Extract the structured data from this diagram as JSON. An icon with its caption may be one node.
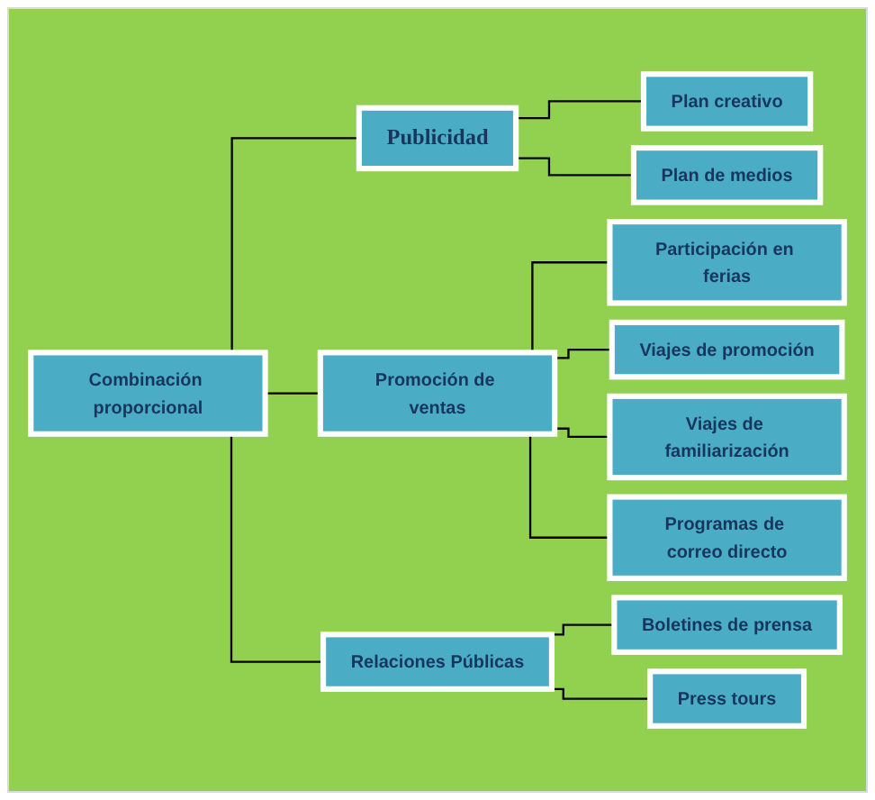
{
  "diagram": {
    "nodes": [
      {
        "text": [
          "Combinación proporcional"
        ]
      },
      {
        "text": [
          "Publicidad"
        ]
      },
      {
        "text": [
          "Plan creativo"
        ]
      },
      {
        "text": [
          "Plan de medios"
        ]
      },
      {
        "text": [
          "Promoción de ventas"
        ]
      },
      {
        "text": [
          "Participación en ferias"
        ]
      },
      {
        "text": [
          "Viajes de promoción"
        ]
      },
      {
        "text": [
          "Viajes de familiarización"
        ]
      },
      {
        "text": [
          "Programas de correo directo"
        ]
      },
      {
        "text": [
          "Relaciones Públicas"
        ]
      },
      {
        "text": [
          "Boletines de prensa"
        ]
      },
      {
        "text": [
          "Press tours"
        ]
      }
    ],
    "edges": [
      {
        "from": 0,
        "to": 1,
        "arrow": "none"
      },
      {
        "from": 0,
        "to": 4,
        "arrow": "none"
      },
      {
        "from": 0,
        "to": 9,
        "arrow": "none"
      },
      {
        "from": 1,
        "to": 2,
        "arrow": "none"
      },
      {
        "from": 1,
        "to": 3,
        "arrow": "none"
      },
      {
        "from": 4,
        "to": 5,
        "arrow": "none"
      },
      {
        "from": 4,
        "to": 6,
        "arrow": "none"
      },
      {
        "from": 4,
        "to": 7,
        "arrow": "none"
      },
      {
        "from": 4,
        "to": 8,
        "arrow": "none"
      },
      {
        "from": 9,
        "to": 10,
        "arrow": "none"
      },
      {
        "from": 9,
        "to": 11,
        "arrow": "none"
      }
    ]
  }
}
